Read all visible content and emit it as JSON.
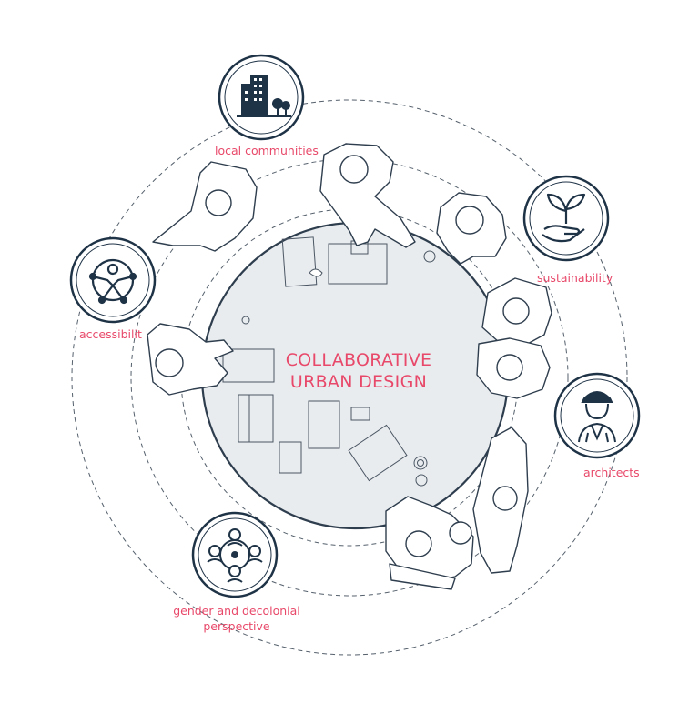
{
  "diagram": {
    "title_line1": "COLLABORATIVE",
    "title_line2": "URBAN DESIGN",
    "labels": {
      "local_communities": "local communities",
      "sustainability": "sustainability",
      "accessibility": "accessibilit",
      "architects": "architects",
      "gender_line1": "gender and decolonial",
      "gender_line2": "perspective"
    },
    "icons": [
      "city-buildings-icon",
      "plant-in-hand-icon",
      "accessibility-person-icon",
      "architect-helmet-icon",
      "connected-people-icon"
    ],
    "colors": {
      "accent": "#e8496a",
      "icon_dark": "#1f3347",
      "line": "#2f3e4e",
      "table_fill": "#e9ecef"
    }
  }
}
